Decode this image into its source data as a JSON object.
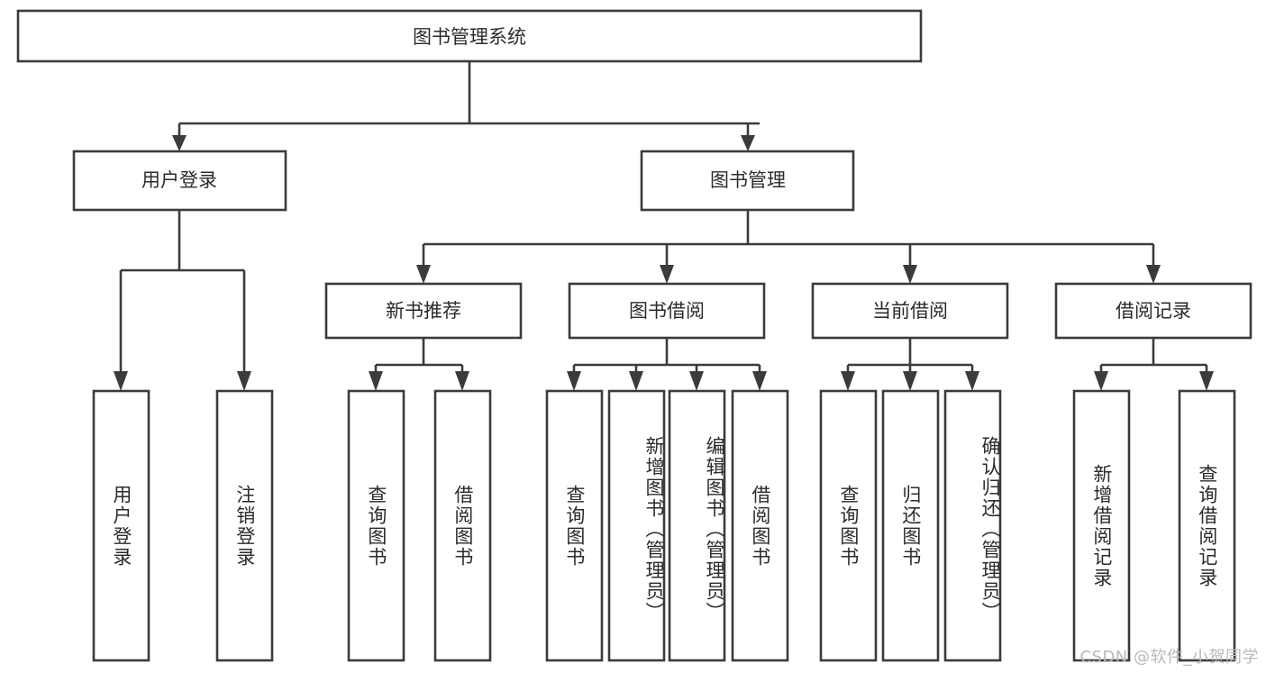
{
  "diagram": {
    "type": "tree-hierarchy",
    "title": "图书管理系统",
    "theme": {
      "background": "#ffffff",
      "box_fill": "#ffffff",
      "box_stroke": "#3b3b3b",
      "text_color": "#2b2b2b",
      "watermark_color": "#b9b9b9"
    },
    "root": {
      "id": "root",
      "label": "图书管理系统"
    },
    "level2": [
      {
        "id": "user-login",
        "label": "用户登录"
      },
      {
        "id": "book-manage",
        "label": "图书管理"
      }
    ],
    "level3": [
      {
        "id": "new-book-rec",
        "label": "新书推荐",
        "parent": "book-manage"
      },
      {
        "id": "book-borrow",
        "label": "图书借阅",
        "parent": "book-manage"
      },
      {
        "id": "current-borrow",
        "label": "当前借阅",
        "parent": "book-manage"
      },
      {
        "id": "borrow-record",
        "label": "借阅记录",
        "parent": "book-manage"
      }
    ],
    "leaves": [
      {
        "id": "leaf-user-login",
        "label": "用户登录",
        "parent": "user-login"
      },
      {
        "id": "leaf-user-logout",
        "label": "注销登录",
        "parent": "user-login"
      },
      {
        "id": "leaf-rec-query-book",
        "label": "查询图书",
        "parent": "new-book-rec"
      },
      {
        "id": "leaf-rec-borrow-book",
        "label": "借阅图书",
        "parent": "new-book-rec"
      },
      {
        "id": "leaf-borrow-query-book",
        "label": "查询图书",
        "parent": "book-borrow"
      },
      {
        "id": "leaf-borrow-add-book",
        "label": "新增图书（管理员）",
        "parent": "book-borrow"
      },
      {
        "id": "leaf-borrow-edit-book",
        "label": "编辑图书（管理员）",
        "parent": "book-borrow"
      },
      {
        "id": "leaf-borrow-borrow-book",
        "label": "借阅图书",
        "parent": "book-borrow"
      },
      {
        "id": "leaf-cur-query-book",
        "label": "查询图书",
        "parent": "current-borrow"
      },
      {
        "id": "leaf-cur-return-book",
        "label": "归还图书",
        "parent": "current-borrow"
      },
      {
        "id": "leaf-cur-confirm-return",
        "label": "确认归还（管理员）",
        "parent": "current-borrow"
      },
      {
        "id": "leaf-rec-add-record",
        "label": "新增借阅记录",
        "parent": "borrow-record"
      },
      {
        "id": "leaf-rec-query-record",
        "label": "查询借阅记录",
        "parent": "borrow-record"
      }
    ]
  },
  "watermark": {
    "text": "CSDN @软件_小贺同学"
  }
}
